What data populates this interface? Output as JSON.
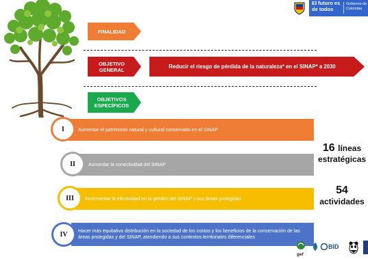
{
  "header": {
    "gov_line1": "El futuro es de todos",
    "gov_line2": "Gobierno de Colombia",
    "banner_color": "#3366cc"
  },
  "tags": {
    "finalidad": "FINALIDAD",
    "objetivo": [
      "OBJETIVO",
      "GENERAL"
    ],
    "especificos": [
      "OBJETIVOS",
      "ESPECÍFICOS"
    ]
  },
  "goal": "Reducir el riesgo de pérdida de la naturaleza* en el SINAP* a 2030",
  "objectives": [
    {
      "numeral": "I",
      "text": "Aumentar el patrimonio natural y cultural conservado en el SINAP",
      "color": "#ef7d35"
    },
    {
      "numeral": "II",
      "text": "Aumentar la conectividad del SINAP",
      "color": "#a6a6a6"
    },
    {
      "numeral": "III",
      "text": "Incrementar la  efectividad en la gestión del SINAP y sus áreas protegidas",
      "color": "#f7be00"
    },
    {
      "numeral": "IV",
      "text": "Hacer más equitativa distribución en la sociedad de los costos y los beneficios de la conservación de las áreas protegidas y del SINAP, atendiendo a sus contextos territoriales diferenciales",
      "color": "#4d73c9"
    }
  ],
  "stats": {
    "lines_number": "16",
    "lines_word1": "líneas",
    "lines_word2": "estratégicas",
    "activities_number": "54",
    "activities_word": "actividades"
  },
  "partners": {
    "gef": "gef",
    "bid": "BID"
  },
  "colors": {
    "finalidad": "#ef7d35",
    "objetivo": "#c71a1a",
    "especificos": "#1aa94c"
  },
  "icons": [
    "tree-icon",
    "colombia-shield-icon",
    "gef-logo-icon",
    "bid-logo-icon",
    "wwf-panda-icon"
  ]
}
